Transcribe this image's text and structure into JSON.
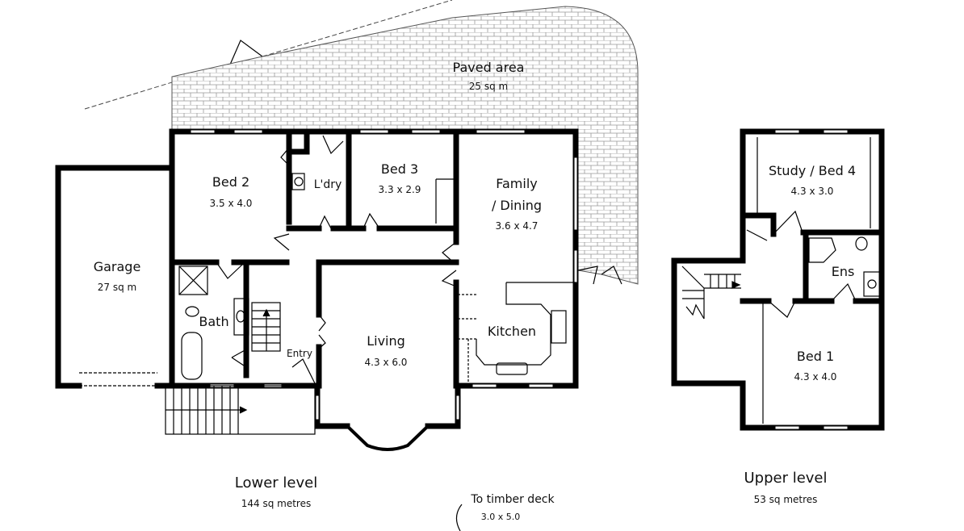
{
  "paved": {
    "name": "Paved area",
    "size": "25 sq m"
  },
  "lower_level": {
    "title": "Lower level",
    "area": "144 sq metres",
    "rooms": {
      "garage": {
        "name": "Garage",
        "size": "27 sq m"
      },
      "bed2": {
        "name": "Bed 2",
        "size": "3.5 x 4.0"
      },
      "laundry": {
        "name": "L'dry"
      },
      "bed3": {
        "name": "Bed 3",
        "size": "3.3 x 2.9"
      },
      "family_line1": "Family",
      "family_line2": "/ Dining",
      "family_size": "3.6 x 4.7",
      "bath": {
        "name": "Bath"
      },
      "entry": {
        "name": "Entry"
      },
      "living": {
        "name": "Living",
        "size": "4.3 x 6.0"
      },
      "kitchen": {
        "name": "Kitchen"
      }
    }
  },
  "deck": {
    "name": "To timber deck",
    "size": "3.0 x 5.0"
  },
  "upper_level": {
    "title": "Upper level",
    "area": "53 sq metres",
    "rooms": {
      "study": {
        "name": "Study / Bed 4",
        "size": "4.3 x 3.0"
      },
      "ensuite": {
        "name": "Ens"
      },
      "bed1": {
        "name": "Bed 1",
        "size": "4.3 x 4.0"
      }
    }
  }
}
